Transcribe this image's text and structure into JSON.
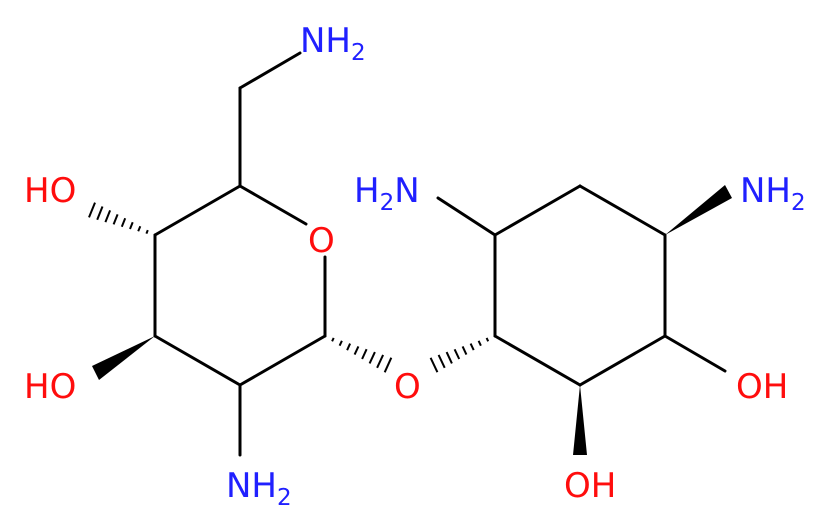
{
  "molecule": {
    "atoms": [
      {
        "id": "nh2_top",
        "main": "NH",
        "sub": "2",
        "color": "#2020ff"
      },
      {
        "id": "ho_upper",
        "main": "HO",
        "sub": "",
        "color": "#ff0d0d"
      },
      {
        "id": "o_ring",
        "main": "O",
        "sub": "",
        "color": "#ff0d0d"
      },
      {
        "id": "h2n_left",
        "main": "H",
        "sub": "2",
        "main2": "N",
        "color": "#2020ff"
      },
      {
        "id": "nh2_right",
        "main": "NH",
        "sub": "2",
        "color": "#2020ff"
      },
      {
        "id": "ho_lower",
        "main": "HO",
        "sub": "",
        "color": "#ff0d0d"
      },
      {
        "id": "o_bridge",
        "main": "O",
        "sub": "",
        "color": "#ff0d0d"
      },
      {
        "id": "oh_right",
        "main": "OH",
        "sub": "",
        "color": "#ff0d0d"
      },
      {
        "id": "nh2_bottom",
        "main": "NH",
        "sub": "2",
        "color": "#2020ff"
      },
      {
        "id": "oh_bottom",
        "main": "OH",
        "sub": "",
        "color": "#ff0d0d"
      }
    ]
  }
}
